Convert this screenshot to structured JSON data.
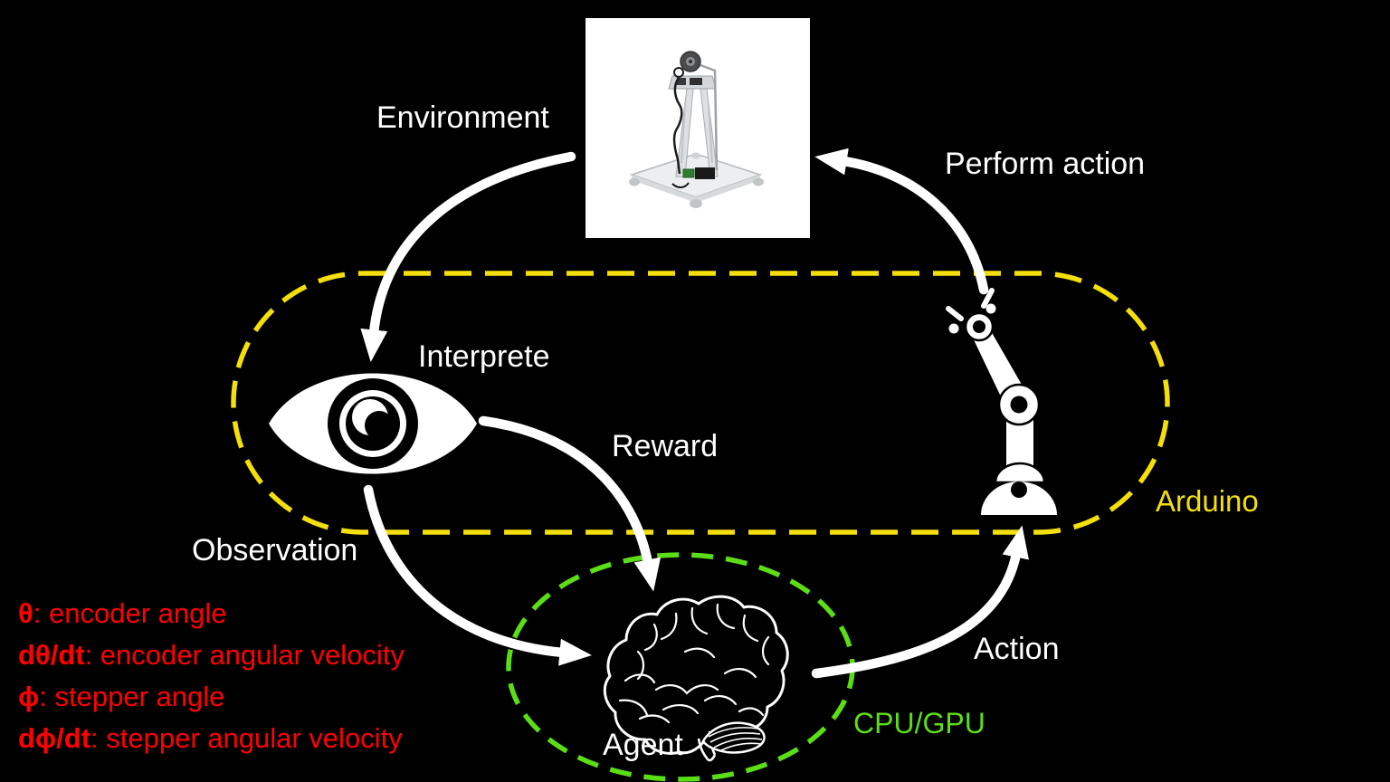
{
  "canvas": {
    "background": "#000000"
  },
  "colors": {
    "label_text": "#FFFFFF",
    "arduino_region": "#F4DF0A",
    "cpu_gpu_region": "#5CDE17",
    "state_text": "#FF0000"
  },
  "labels": {
    "environment": "Environment",
    "interprete": "Interprete",
    "reward": "Reward",
    "perform_action": "Perform action",
    "observation": "Observation",
    "action": "Action",
    "agent": "Agent",
    "arduino": "Arduino",
    "cpu_gpu": "CPU/GPU"
  },
  "state_variables": {
    "color": "#FF0000",
    "items": [
      {
        "symbol": "θ",
        "rest": ": encoder angle"
      },
      {
        "symbol": "dθ/dt",
        "rest": ": encoder angular velocity"
      },
      {
        "symbol": "ϕ",
        "rest": ": stepper angle"
      },
      {
        "symbol": "dϕ/dt",
        "rest": ": stepper angular velocity"
      }
    ]
  },
  "icons": {
    "environment": "pendulum-device-photo",
    "interpreter": "eye-icon",
    "agent": "brain-icon",
    "actuator": "robot-arm-icon"
  },
  "arrows": [
    {
      "from": "environment",
      "to": "interpreter",
      "label": ""
    },
    {
      "from": "interpreter",
      "to": "agent",
      "label": "Reward"
    },
    {
      "from": "interpreter",
      "to": "agent",
      "label": "Observation"
    },
    {
      "from": "agent",
      "to": "actuator",
      "label": "Action"
    },
    {
      "from": "actuator",
      "to": "environment",
      "label": "Perform action"
    }
  ],
  "regions": [
    {
      "label": "Arduino",
      "style": "yellow dashed stadium"
    },
    {
      "label": "CPU/GPU",
      "style": "green dashed ellipse"
    }
  ]
}
